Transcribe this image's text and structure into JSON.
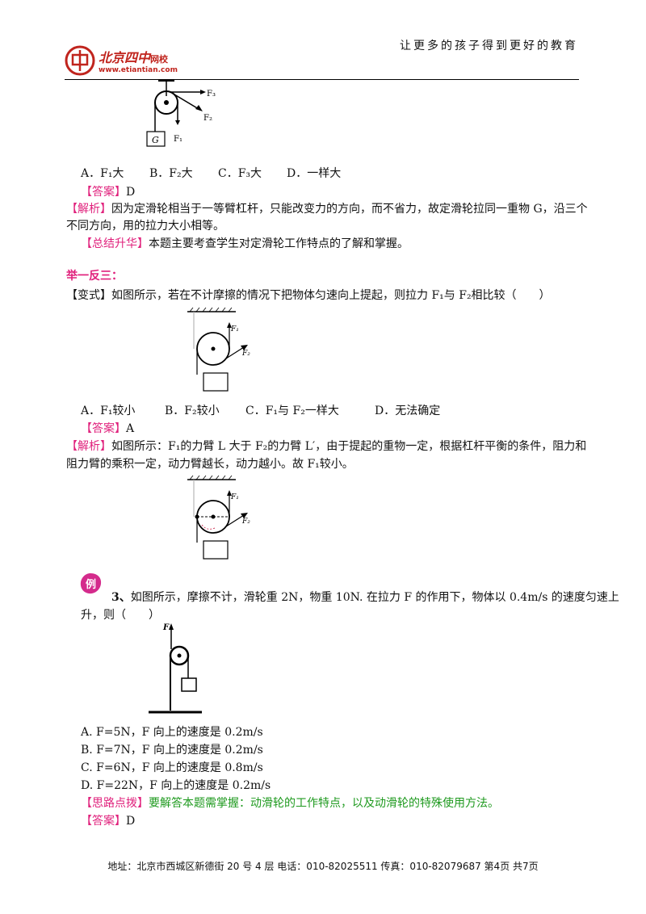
{
  "header": {
    "slogan": "让更多的孩子得到更好的教育",
    "logo_name": "北京四中",
    "logo_suffix": "网校",
    "logo_url": "www.etiantian.com"
  },
  "fig1": {
    "label_f3": "F₃",
    "label_f2": "F₂",
    "label_f1": "F₁",
    "label_g": "G"
  },
  "q_prev": {
    "options": [
      "A．F₁大",
      "B．F₂大",
      "C．F₃大",
      "D．一样大"
    ],
    "answer_tag": "【答案】",
    "answer": "D",
    "analysis_tag": "【解析】",
    "analysis_1": "因为定滑轮相当于一等臂杠杆，只能改变力的方向，而不省力，故定滑轮拉同一重物 G，沿三个",
    "analysis_2": "不同方向，用的拉力大小相等。",
    "summary_tag": "【总结升华】",
    "summary": "本题主要考查学生对定滑轮工作特点的了解和掌握。"
  },
  "section": {
    "title": "举一反三："
  },
  "variant": {
    "tag": "【变式】",
    "question": "如图所示，若在不计摩擦的情况下把物体匀速向上提起，则拉力 F₁与 F₂相比较（　　）",
    "fig_f1": "F₁",
    "fig_f2": "F₂",
    "options": [
      "A．F₁较小",
      "B．F₂较小",
      "C．F₁与 F₂一样大",
      "D．无法确定"
    ],
    "answer_tag": "【答案】",
    "answer": "A",
    "analysis_tag": "【解析】",
    "analysis_1": "如图所示：F₁的力臂 L 大于 F₂的力臂 L′，由于提起的重物一定，根据杠杆平衡的条件，阻力和",
    "analysis_2": "阻力臂的乘积一定，动力臂越长，动力越小。故 F₁较小。"
  },
  "example3": {
    "badge": "例",
    "number": "3、",
    "question_1": "如图所示，摩擦不计，滑轮重 2N，物重 10N. 在拉力 F 的作用下，物体以 0.4m/s 的速度匀速上",
    "question_2": "升，则（　　）",
    "fig_f": "F",
    "options": [
      "A. F=5N，F 向上的速度是 0.2m/s",
      "B. F=7N，F 向上的速度是 0.2m/s",
      "C. F=6N，F 向上的速度是 0.8m/s",
      "D. F=22N，F 向上的速度是 0.2m/s"
    ],
    "hint_tag": "【思路点拨】",
    "hint": "要解答本题需掌握：动滑轮的工作特点，以及动滑轮的特殊使用方法。",
    "answer_tag": "【答案】",
    "answer": "D"
  },
  "footer": {
    "text": "地址：北京市西城区新德街 20 号 4 层  电话：010-82025511  传真：010-82079687   第4页  共7页"
  }
}
